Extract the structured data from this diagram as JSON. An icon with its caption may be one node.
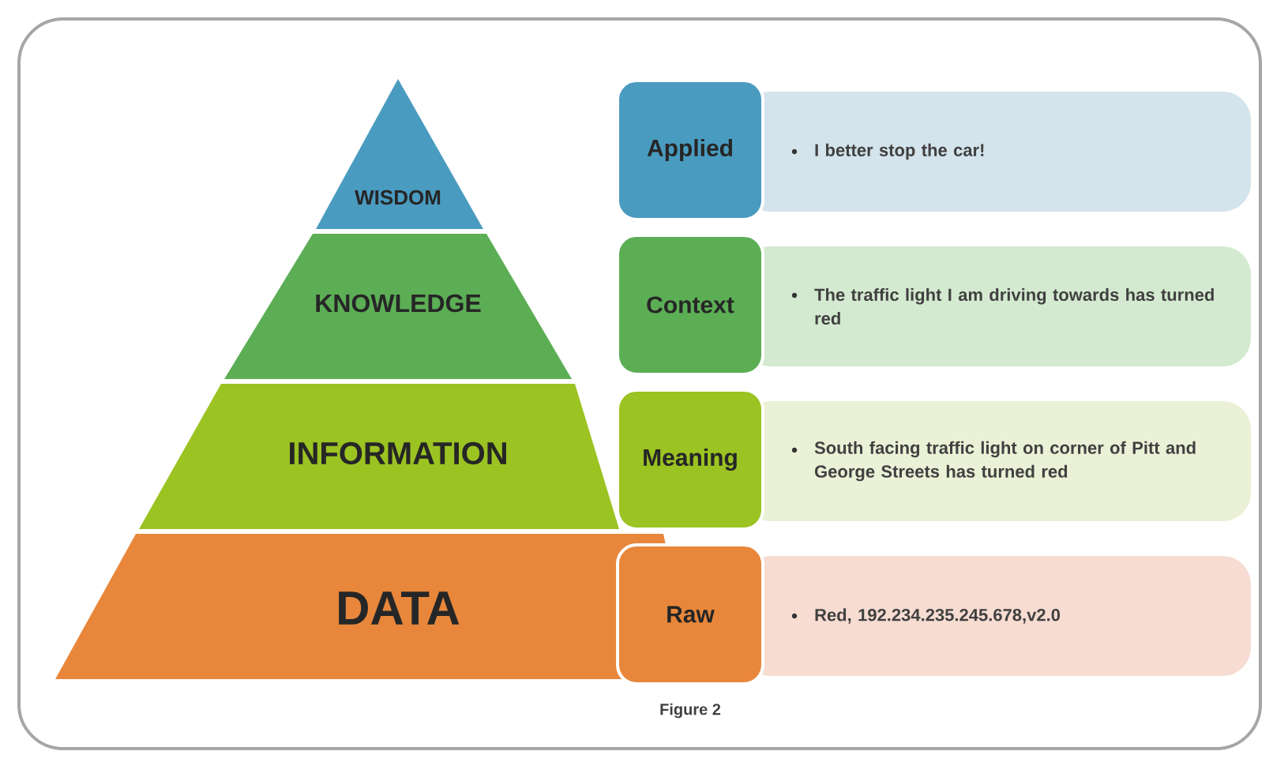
{
  "diagram": {
    "caption": "Figure 2",
    "nodes": [
      {
        "text": [
          "WISDOM"
        ]
      },
      {
        "text": [
          "Applied"
        ]
      },
      {
        "text": [
          "I better stop the car!"
        ]
      },
      {
        "text": [
          "KNOWLEDGE"
        ]
      },
      {
        "text": [
          "Context"
        ]
      },
      {
        "text": [
          "The traffic light I am driving towards has turned red"
        ]
      },
      {
        "text": [
          "INFORMATION"
        ]
      },
      {
        "text": [
          "Meaning"
        ]
      },
      {
        "text": [
          "South facing traffic light on corner of Pitt and George Streets has turned red"
        ]
      },
      {
        "text": [
          "DATA"
        ]
      },
      {
        "text": [
          "Raw"
        ]
      },
      {
        "text": [
          "Red, 192.234.235.245.678,v2.0"
        ]
      }
    ],
    "edges": []
  }
}
